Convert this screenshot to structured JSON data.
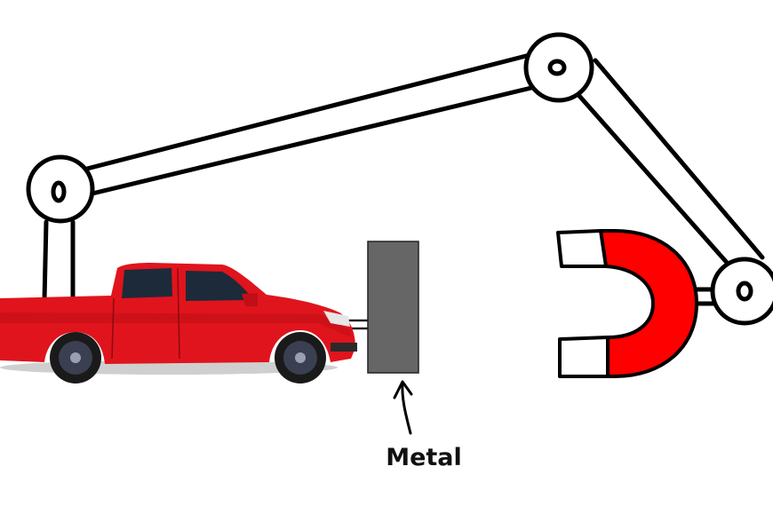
{
  "labels": {
    "metal": "Metal"
  },
  "icons": {
    "truck": "red-pickup-truck",
    "magnet": "horseshoe-magnet",
    "arm": "robotic-arm"
  },
  "colors": {
    "truck_body": "#e0141c",
    "magnet_red": "#ff0000",
    "metal_block": "#666666",
    "outline": "#000000"
  }
}
